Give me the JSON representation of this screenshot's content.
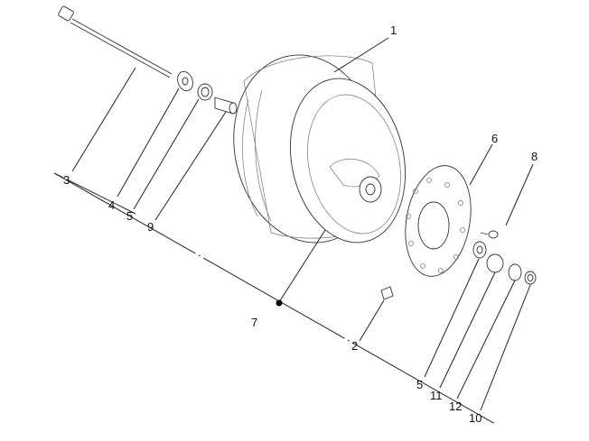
{
  "callouts": [
    {
      "id": "c1",
      "text": "1"
    },
    {
      "id": "c2",
      "text": "2"
    },
    {
      "id": "c3",
      "text": "3"
    },
    {
      "id": "c4",
      "text": "4"
    },
    {
      "id": "c5a",
      "text": "5"
    },
    {
      "id": "c5b",
      "text": "5"
    },
    {
      "id": "c6",
      "text": "6"
    },
    {
      "id": "c7",
      "text": "7"
    },
    {
      "id": "c8",
      "text": "8"
    },
    {
      "id": "c9",
      "text": "9"
    },
    {
      "id": "c10",
      "text": "10"
    },
    {
      "id": "c11",
      "text": "11"
    },
    {
      "id": "c12",
      "text": "12"
    }
  ]
}
